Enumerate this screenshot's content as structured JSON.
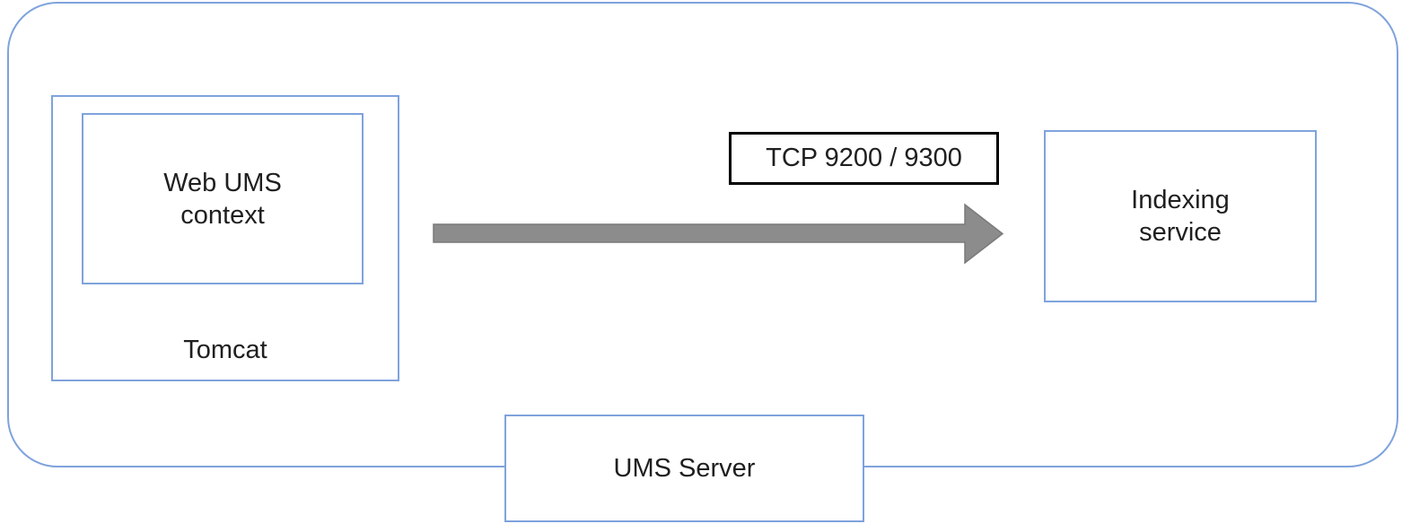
{
  "diagram": {
    "type": "architecture-diagram",
    "nodes": {
      "ums_server_boundary": {
        "label": "UMS Server",
        "shape": "rounded-rectangle"
      },
      "tomcat": {
        "label": "Tomcat",
        "shape": "rectangle"
      },
      "web_ums_context": {
        "label": "Web UMS context",
        "shape": "rectangle",
        "parent": "Tomcat"
      },
      "indexing_service": {
        "label": "Indexing service",
        "shape": "rectangle"
      }
    },
    "connections": [
      {
        "label": "TCP 9200 / 9300",
        "from": "Web UMS context",
        "to": "Indexing service",
        "style": "thick-gray-arrow-right"
      }
    ],
    "colors": {
      "box_border": "#7fa3dc",
      "arrow_fill": "#8c8c8c",
      "arrow_stroke": "#7a7a7a",
      "label_border": "#000000",
      "text": "#1f1f1f",
      "background": "#ffffff"
    }
  }
}
